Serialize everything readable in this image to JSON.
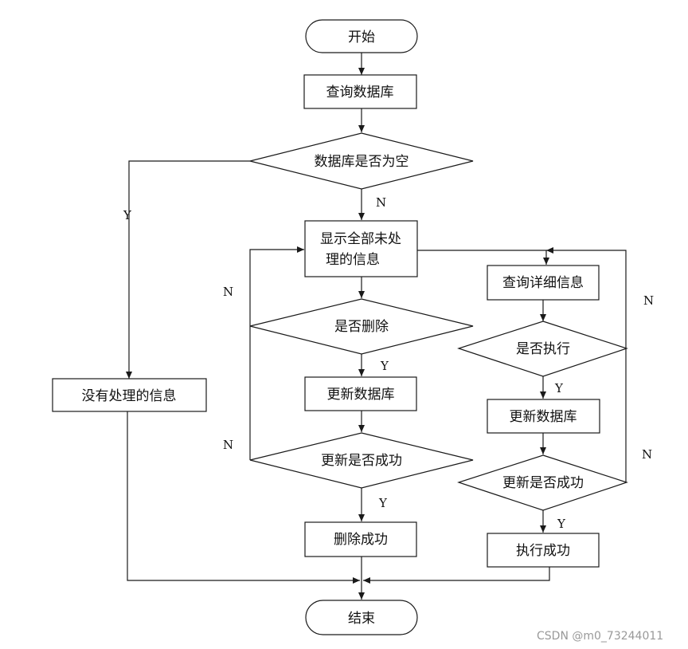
{
  "nodes": {
    "start": "开始",
    "query_db": "查询数据库",
    "db_empty_q": "数据库是否为空",
    "show_all_line1": "显示全部未处",
    "show_all_line2": "理的信息",
    "no_info": "没有处理的信息",
    "delete_q": "是否删除",
    "update_db_left": "更新数据库",
    "update_ok_q_left": "更新是否成功",
    "delete_ok": "删除成功",
    "query_detail": "查询详细信息",
    "execute_q": "是否执行",
    "update_db_right": "更新数据库",
    "update_ok_q_right": "更新是否成功",
    "execute_ok": "执行成功",
    "end": "结束"
  },
  "labels": {
    "empty_yes": "Y",
    "empty_no": "N",
    "delete_no": "N",
    "delete_yes": "Y",
    "update_left_no": "N",
    "update_left_yes": "Y",
    "execute_no": "N",
    "execute_yes": "Y",
    "update_right_no": "N",
    "update_right_yes": "Y"
  },
  "watermark": "CSDN @m0_73244011"
}
